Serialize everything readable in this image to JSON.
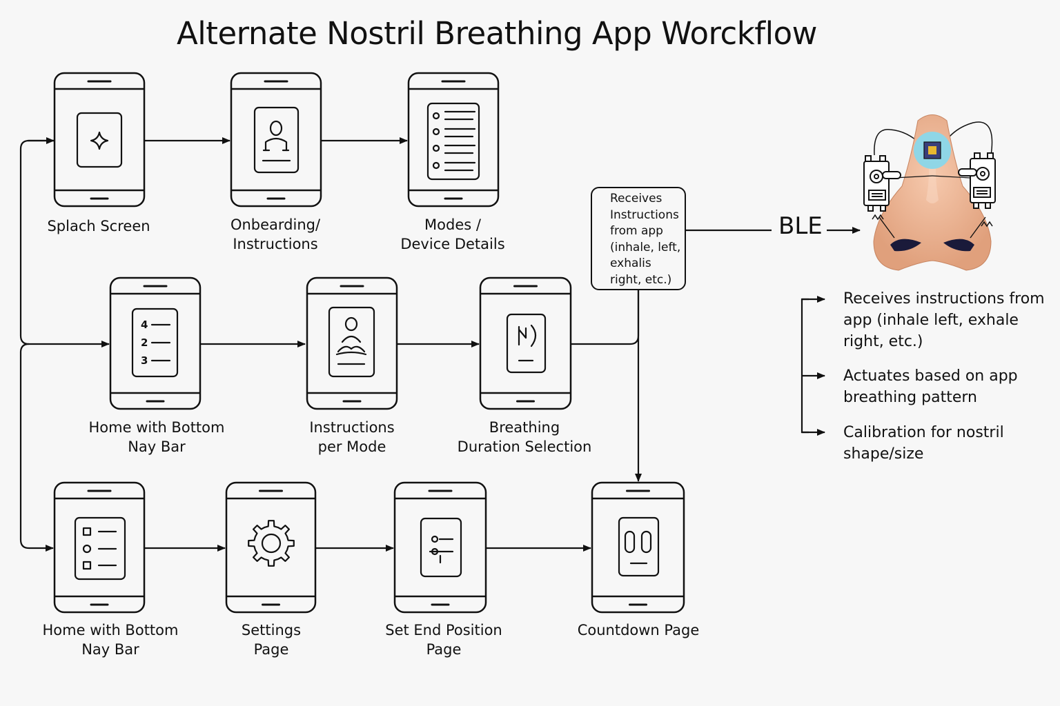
{
  "title": "Alternate Nostril Breathing App  Worckflow",
  "screens": {
    "splash": {
      "line1": "Splach Screen"
    },
    "onboarding": {
      "line1": "Onbearding/",
      "line2": "Instructions"
    },
    "modes": {
      "line1": "Modes /",
      "line2": "Device Details"
    },
    "home1": {
      "line1": "Home with Bottom",
      "line2": "Nay Bar"
    },
    "instructions_mode": {
      "line1": "Instructions",
      "line2": "per Mode"
    },
    "breathing_duration": {
      "line1": "Breathing",
      "line2": "Duration Selection"
    },
    "home2": {
      "line1": "Home with Bottom",
      "line2": "Nay Bar"
    },
    "settings": {
      "line1": "Settings",
      "line2": "Page"
    },
    "set_end": {
      "line1": "Set End Position",
      "line2": "Page"
    },
    "countdown": {
      "line1": "Countdown Page"
    }
  },
  "receiver_box": {
    "lines": [
      "Receives",
      "Instructions",
      "from app",
      "(inhale, left,",
      "exhalis",
      "right, etc.)"
    ]
  },
  "ble_label": "BLE",
  "device_notes": [
    {
      "line1": "Receives instructions from",
      "line2": "app (inhale left, exhale",
      "line3": "right, etc.)"
    },
    {
      "line1": "Actuates based on app",
      "line2": "breathing pattern"
    },
    {
      "line1": "Calibration for nostril",
      "line2": "shape/size"
    }
  ],
  "list_numbers": [
    "4",
    "2",
    "3"
  ],
  "icons": {
    "splash": "sparkle-icon",
    "onboarding": "person-icon",
    "modes": "list-icon",
    "home1": "numbered-list-icon",
    "instructions_mode": "meditation-icon",
    "breathing_duration": "timer-icon",
    "home2": "checklist-icon",
    "settings": "gear-icon",
    "set_end": "sliders-icon",
    "countdown": "pause-icon",
    "device": "nose-device-icon"
  },
  "colors": {
    "line": "#111111",
    "background": "#f7f7f7",
    "nose_skin": "#e9b08f",
    "chip_glow": "#8fd6e6"
  }
}
